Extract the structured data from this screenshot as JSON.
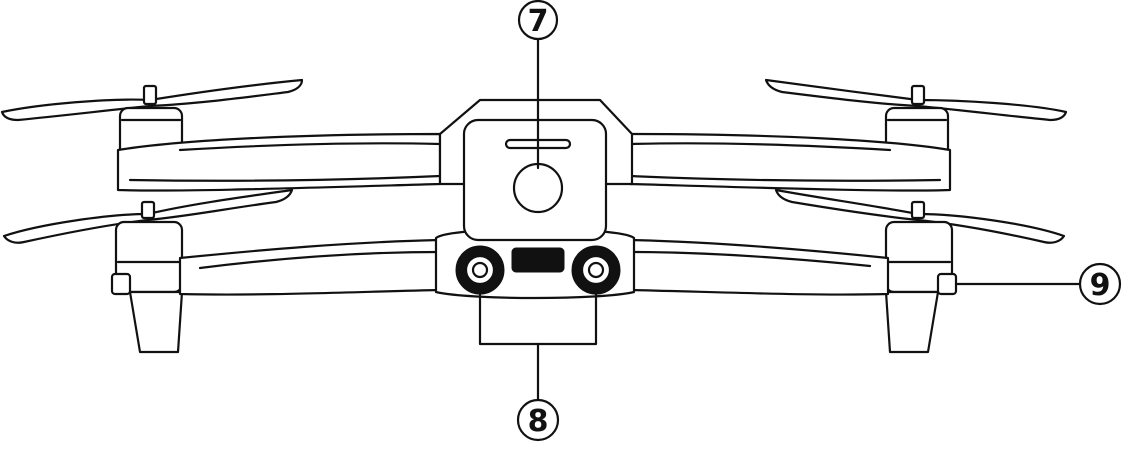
{
  "callouts": [
    {
      "id": "7"
    },
    {
      "id": "8"
    },
    {
      "id": "9"
    }
  ],
  "colors": {
    "line": "#111111",
    "background": "#ffffff"
  }
}
